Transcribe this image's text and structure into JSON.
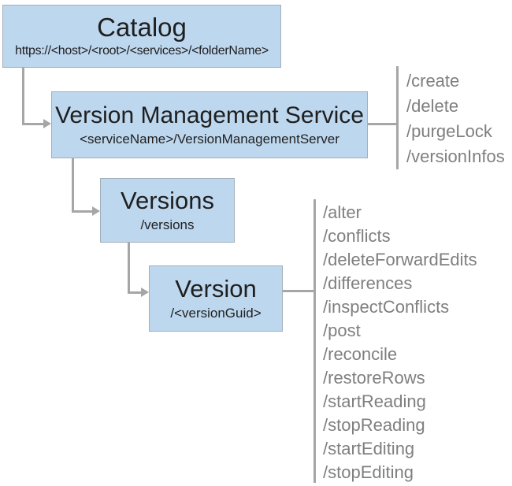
{
  "diagram": {
    "boxes": {
      "catalog": {
        "title": "Catalog",
        "subtitle": "https://<host>/<root>/<services>/<folderName>"
      },
      "vms": {
        "title": "Version Management Service",
        "subtitle": "<serviceName>/VersionManagementServer"
      },
      "versions": {
        "title": "Versions",
        "subtitle": "/versions"
      },
      "version": {
        "title": "Version",
        "subtitle": "/<versionGuid>"
      }
    },
    "vms_operations": [
      "/create",
      "/delete",
      "/purgeLock",
      "/versionInfos"
    ],
    "version_operations": [
      "/alter",
      "/conflicts",
      "/deleteForwardEdits",
      "/differences",
      "/inspectConflicts",
      "/post",
      "/reconcile",
      "/restoreRows",
      "/startReading",
      "/stopReading",
      "/startEditing",
      "/stopEditing"
    ],
    "colors": {
      "box_fill": "#bdd7ee",
      "box_border": "#a2aeb9",
      "connector": "#a6a6a6",
      "operations_text": "#7f7f7f",
      "title_text": "#1f1f1f",
      "background": "#ffffff"
    }
  }
}
